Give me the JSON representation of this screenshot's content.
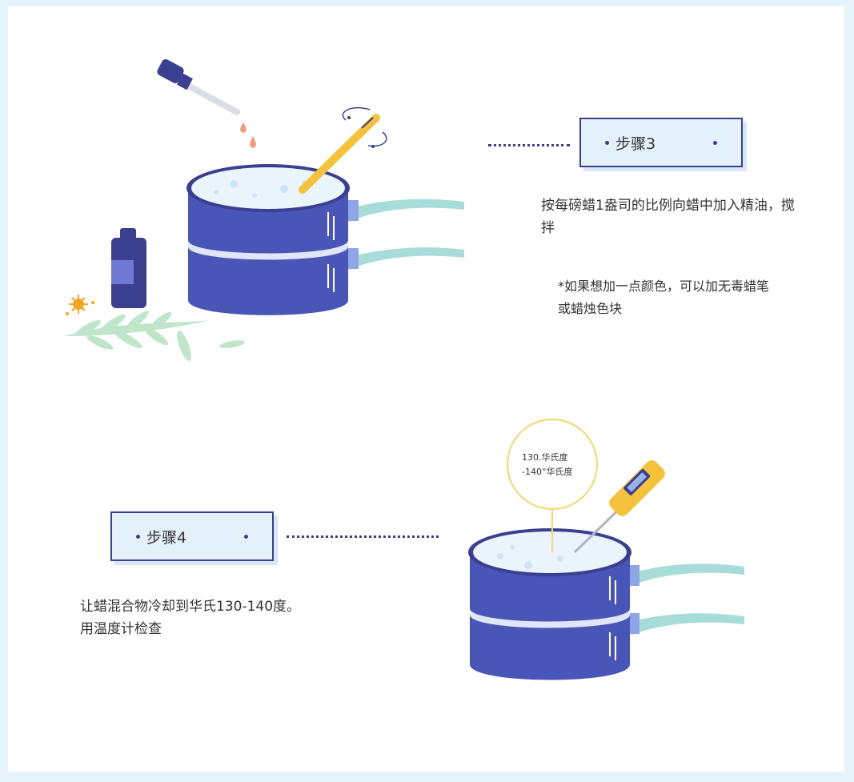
{
  "step3": {
    "label": "步骤3",
    "description": "按每磅蜡1盎司的比例向蜡中加入精油，搅拌",
    "note": "*如果想加一点颜色，可以加无毒蜡笔或蜡烛色块"
  },
  "step4": {
    "label": "步骤4",
    "description": "让蜡混合物冷却到华氏130-140度。用温度计检查",
    "temp_line1": "130.华氏度",
    "temp_line2": "-140°华氏度"
  },
  "colors": {
    "pot_blue": "#4a55b8",
    "pot_dark": "#3b3f8f",
    "handle_mint": "#a8dcd8",
    "accent_yellow": "#f5c33b",
    "page_bg": "#e6f3fa"
  }
}
